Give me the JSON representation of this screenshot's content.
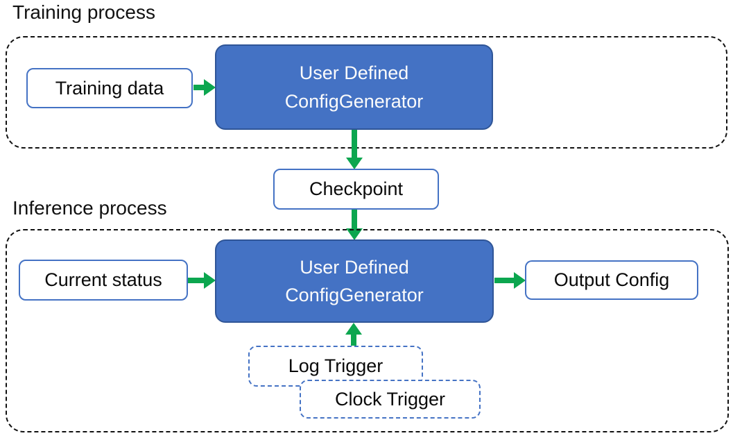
{
  "diagram": {
    "training_section": {
      "label": "Training process"
    },
    "inference_section": {
      "label": "Inference process"
    },
    "nodes": {
      "training_data": {
        "label": "Training data"
      },
      "generator_training": {
        "label_line1": "User Defined",
        "label_line2": "ConfigGenerator"
      },
      "checkpoint": {
        "label": "Checkpoint"
      },
      "current_status": {
        "label": "Current status"
      },
      "generator_inference": {
        "label_line1": "User Defined",
        "label_line2": "ConfigGenerator"
      },
      "output_config": {
        "label": "Output Config"
      },
      "log_trigger": {
        "label": "Log Trigger"
      },
      "clock_trigger": {
        "label": "Clock Trigger"
      }
    },
    "edges": [
      {
        "from": "training_data",
        "to": "generator_training",
        "direction": "right"
      },
      {
        "from": "generator_training",
        "to": "checkpoint",
        "direction": "down"
      },
      {
        "from": "checkpoint",
        "to": "generator_inference",
        "direction": "down"
      },
      {
        "from": "current_status",
        "to": "generator_inference",
        "direction": "right"
      },
      {
        "from": "generator_inference",
        "to": "output_config",
        "direction": "right"
      },
      {
        "from": "log_trigger",
        "to": "generator_inference",
        "direction": "up"
      }
    ],
    "colors": {
      "node_fill_blue": "#4472C4",
      "node_border_dark_blue": "#2F5597",
      "light_box_border_blue": "#4472C4",
      "arrow_green": "#0CA64F",
      "container_dash_black": "#111111",
      "text_dark": "#0A0A0A",
      "text_light": "#FBFBFB"
    }
  }
}
